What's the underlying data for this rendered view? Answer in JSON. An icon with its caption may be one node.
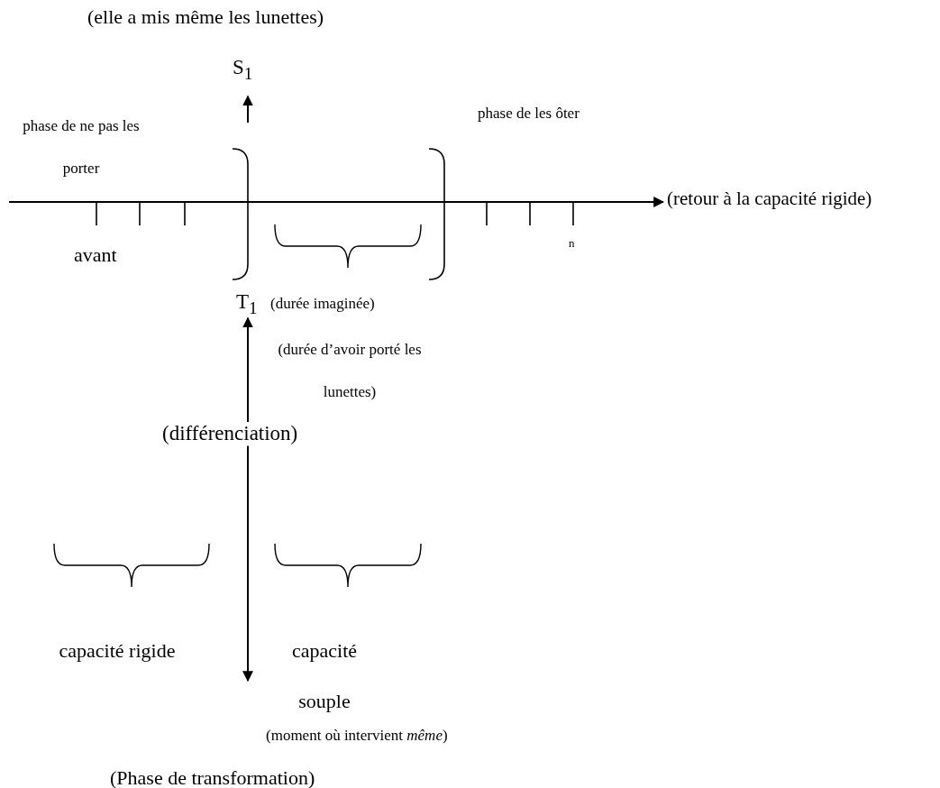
{
  "diagram": {
    "nodes": [
      {
        "text": [
          "(retour à la capacité rigide)"
        ]
      },
      {
        "text": [
          "S$_{1}$"
        ]
      },
      {
        "text": [
          "T$_{1}$"
        ],
        "beside": [
          "(durée imaginée)"
        ]
      },
      {
        "text": [
          "(différenciation)"
        ]
      }
    ],
    "edges": [
      {
        "from": null,
        "to": 0,
        "arrow": "to"
      },
      {
        "from": null,
        "to": 1,
        "arrow": "to"
      },
      {
        "from": 3,
        "to": 2,
        "arrow": "to",
        "label": "(durée d’avoir porté les lunettes)"
      },
      {
        "from": 3,
        "to": null,
        "arrow": "to"
      }
    ],
    "labels": [
      "(elle a mis même les lunettes)",
      "phase de ne pas les porter",
      "phase de les ôter",
      "avant",
      "n",
      "capacité rigide",
      "capacité souple",
      "(moment où intervient *même*)",
      "(Phase de transformation)"
    ]
  }
}
